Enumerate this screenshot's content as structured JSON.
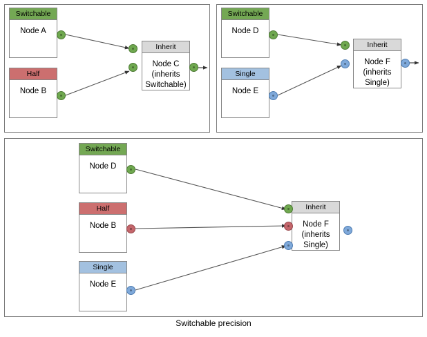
{
  "diagram": {
    "caption": "Switchable precision",
    "colors": {
      "switchable": "#74A854",
      "half": "#CC6F6F",
      "single": "#A3C1E0",
      "inherit": "#D9D9D9",
      "port_green": "#6FA84F",
      "port_red": "#C4666B",
      "port_blue": "#7FA9DA",
      "panel_border": "#7a7a7a",
      "node_border": "#868686",
      "edge": "#555555"
    },
    "panels": [
      {
        "id": "panel-a",
        "nodes": [
          {
            "id": "node-a",
            "header": "Switchable",
            "header_type": "switchable",
            "lines": [
              "Node A"
            ],
            "ports_out": [
              "green"
            ],
            "ports_in": []
          },
          {
            "id": "node-b",
            "header": "Half",
            "header_type": "half",
            "lines": [
              "Node B"
            ],
            "ports_out": [
              "green"
            ],
            "ports_in": []
          },
          {
            "id": "node-c",
            "header": "Inherit",
            "header_type": "inherit",
            "lines": [
              "Node C",
              "(inherits",
              "Switchable)"
            ],
            "ports_in": [
              "green",
              "green"
            ],
            "ports_out": [
              "green"
            ]
          }
        ],
        "edges": [
          {
            "from": "node-a",
            "to": "node-c",
            "port": "green"
          },
          {
            "from": "node-b",
            "to": "node-c",
            "port": "green"
          }
        ]
      },
      {
        "id": "panel-b",
        "nodes": [
          {
            "id": "node-d",
            "header": "Switchable",
            "header_type": "switchable",
            "lines": [
              "Node D"
            ],
            "ports_out": [
              "green"
            ],
            "ports_in": []
          },
          {
            "id": "node-e",
            "header": "Single",
            "header_type": "single",
            "lines": [
              "Node E"
            ],
            "ports_out": [
              "blue"
            ],
            "ports_in": []
          },
          {
            "id": "node-f",
            "header": "Inherit",
            "header_type": "inherit",
            "lines": [
              "Node F",
              "(inherits",
              "Single)"
            ],
            "ports_in": [
              "green",
              "blue"
            ],
            "ports_out": [
              "blue"
            ]
          }
        ],
        "edges": [
          {
            "from": "node-d",
            "to": "node-f",
            "port": "green"
          },
          {
            "from": "node-e",
            "to": "node-f",
            "port": "blue"
          }
        ]
      },
      {
        "id": "panel-c",
        "nodes": [
          {
            "id": "node-d2",
            "header": "Switchable",
            "header_type": "switchable",
            "lines": [
              "Node D"
            ],
            "ports_out": [
              "green"
            ],
            "ports_in": []
          },
          {
            "id": "node-b2",
            "header": "Half",
            "header_type": "half",
            "lines": [
              "Node B"
            ],
            "ports_out": [
              "red"
            ],
            "ports_in": []
          },
          {
            "id": "node-e2",
            "header": "Single",
            "header_type": "single",
            "lines": [
              "Node E"
            ],
            "ports_out": [
              "blue"
            ],
            "ports_in": []
          },
          {
            "id": "node-f2",
            "header": "Inherit",
            "header_type": "inherit",
            "lines": [
              "Node F",
              "(inherits",
              "Single)"
            ],
            "ports_in": [
              "green",
              "red",
              "blue"
            ],
            "ports_out": [
              "blue"
            ]
          }
        ],
        "edges": [
          {
            "from": "node-d2",
            "to": "node-f2",
            "port": "green"
          },
          {
            "from": "node-b2",
            "to": "node-f2",
            "port": "red"
          },
          {
            "from": "node-e2",
            "to": "node-f2",
            "port": "blue"
          }
        ]
      }
    ]
  }
}
